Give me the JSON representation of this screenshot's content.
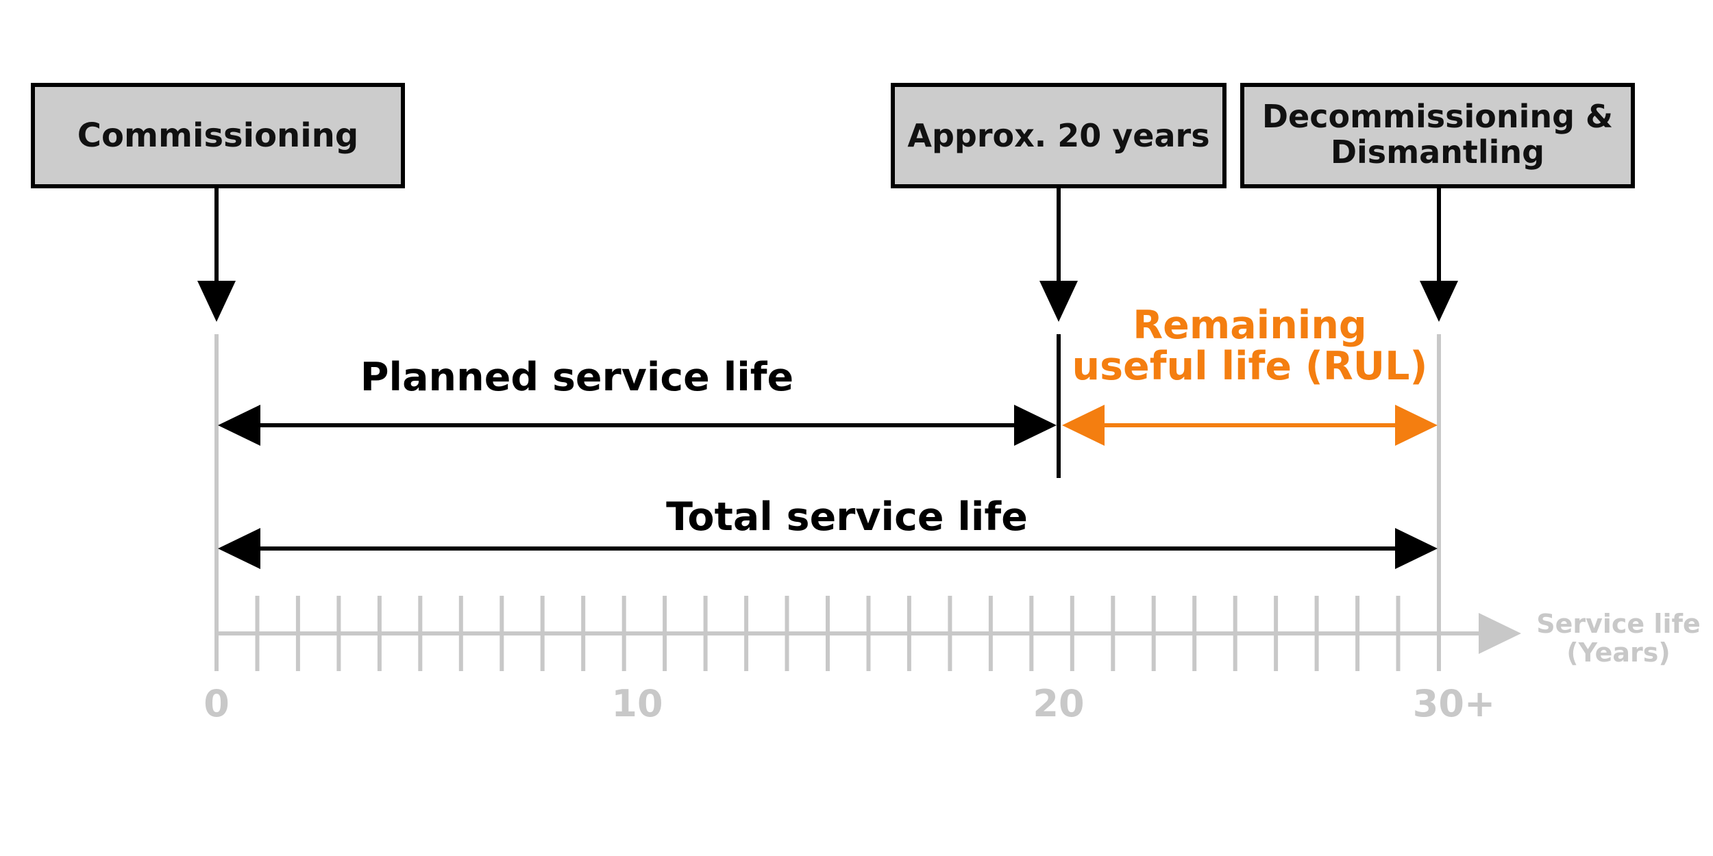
{
  "colors": {
    "box_fill": "#cccccc",
    "ink": "#000000",
    "axis": "#c8c8c8",
    "rul": "#f47e10"
  },
  "milestones": {
    "commissioning": "Commissioning",
    "approx": "Approx. 20 years",
    "decommissioning_line1": "Decommissioning &",
    "decommissioning_line2": "Dismantling"
  },
  "spans": {
    "planned": "Planned service life",
    "rul_line1": "Remaining",
    "rul_line2": "useful life (RUL)",
    "total": "Total service life"
  },
  "axis": {
    "title_line1": "Service life",
    "title_line2": "(Years)",
    "tick_labels": [
      "0",
      "10",
      "20",
      "30+"
    ],
    "minor_tick_count": 30
  }
}
